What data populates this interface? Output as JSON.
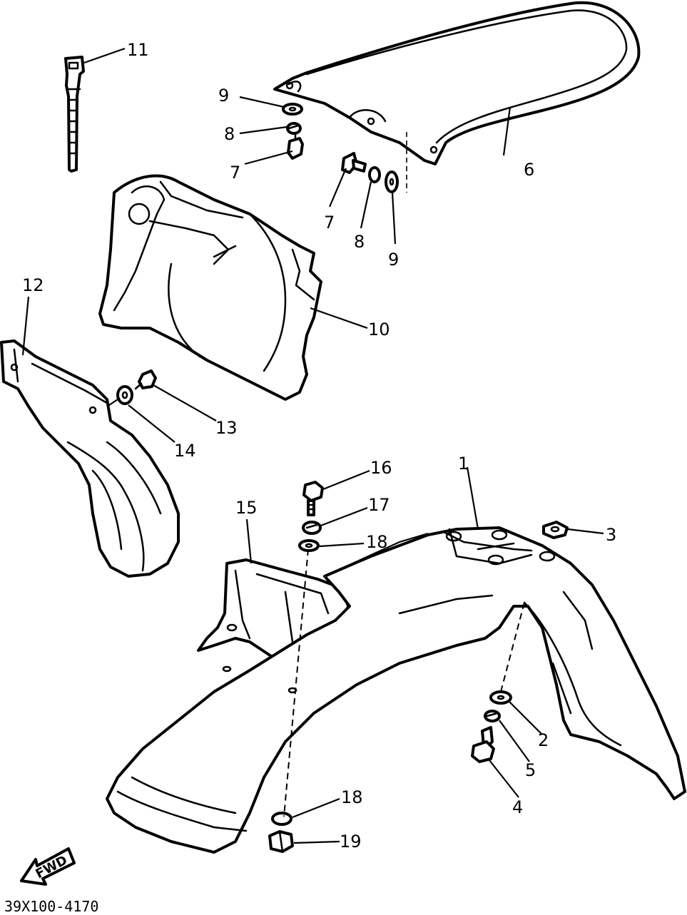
{
  "diagram": {
    "drawing_code": "39X100-4170",
    "direction_label": "FWD",
    "callouts": [
      {
        "id": "c1",
        "label": "1"
      },
      {
        "id": "c2",
        "label": "2"
      },
      {
        "id": "c3",
        "label": "3"
      },
      {
        "id": "c4",
        "label": "4"
      },
      {
        "id": "c5",
        "label": "5"
      },
      {
        "id": "c6",
        "label": "6"
      },
      {
        "id": "c7a",
        "label": "7"
      },
      {
        "id": "c7b",
        "label": "7"
      },
      {
        "id": "c8a",
        "label": "8"
      },
      {
        "id": "c8b",
        "label": "8"
      },
      {
        "id": "c9a",
        "label": "9"
      },
      {
        "id": "c9b",
        "label": "9"
      },
      {
        "id": "c10",
        "label": "10"
      },
      {
        "id": "c11",
        "label": "11"
      },
      {
        "id": "c12",
        "label": "12"
      },
      {
        "id": "c13",
        "label": "13"
      },
      {
        "id": "c14",
        "label": "14"
      },
      {
        "id": "c15",
        "label": "15"
      },
      {
        "id": "c16",
        "label": "16"
      },
      {
        "id": "c17",
        "label": "17"
      },
      {
        "id": "c18a",
        "label": "18"
      },
      {
        "id": "c18b",
        "label": "18"
      },
      {
        "id": "c19",
        "label": "19"
      }
    ]
  }
}
